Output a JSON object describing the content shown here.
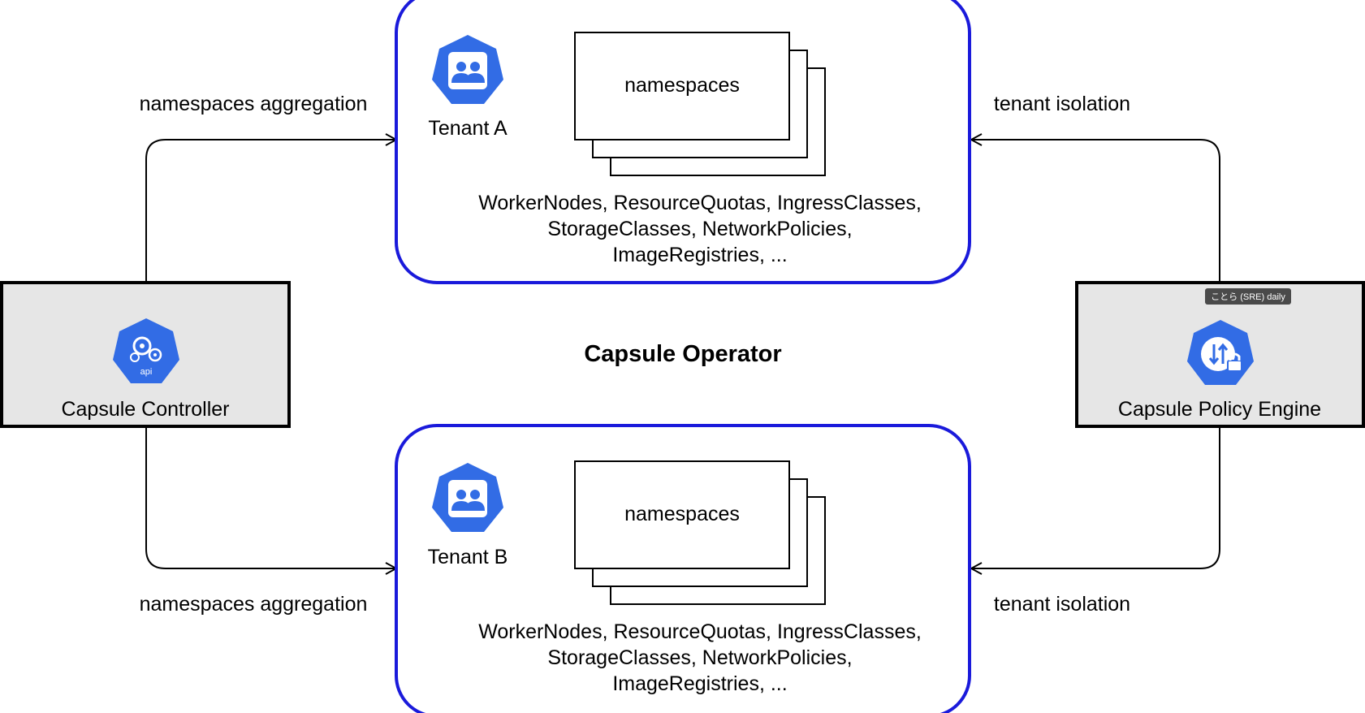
{
  "diagram": {
    "title": "Capsule Operator",
    "controller": {
      "label": "Capsule Controller",
      "icon": "api-gear-icon",
      "icon_text": "api"
    },
    "policy_engine": {
      "label": "Capsule Policy Engine",
      "icon": "swap-lock-icon",
      "badge": "ことら (SRE) daily"
    },
    "tenants": [
      {
        "label": "Tenant A",
        "icon": "group-icon",
        "namespaces_label": "namespaces",
        "resources": [
          "WorkerNodes, ResourceQuotas, IngressClasses,",
          "StorageClasses, NetworkPolicies,",
          "ImageRegistries, ..."
        ]
      },
      {
        "label": "Tenant B",
        "icon": "group-icon",
        "namespaces_label": "namespaces",
        "resources": [
          "WorkerNodes, ResourceQuotas, IngressClasses,",
          "StorageClasses, NetworkPolicies,",
          "ImageRegistries, ..."
        ]
      }
    ],
    "edges": {
      "aggregation_top": "namespaces aggregation",
      "aggregation_bottom": "namespaces aggregation",
      "isolation_top": "tenant isolation",
      "isolation_bottom": "tenant isolation"
    },
    "colors": {
      "tenant_border": "#1a1adb",
      "icon_fill": "#326ce5",
      "component_fill": "#e6e6e6",
      "stroke": "#000000"
    }
  }
}
